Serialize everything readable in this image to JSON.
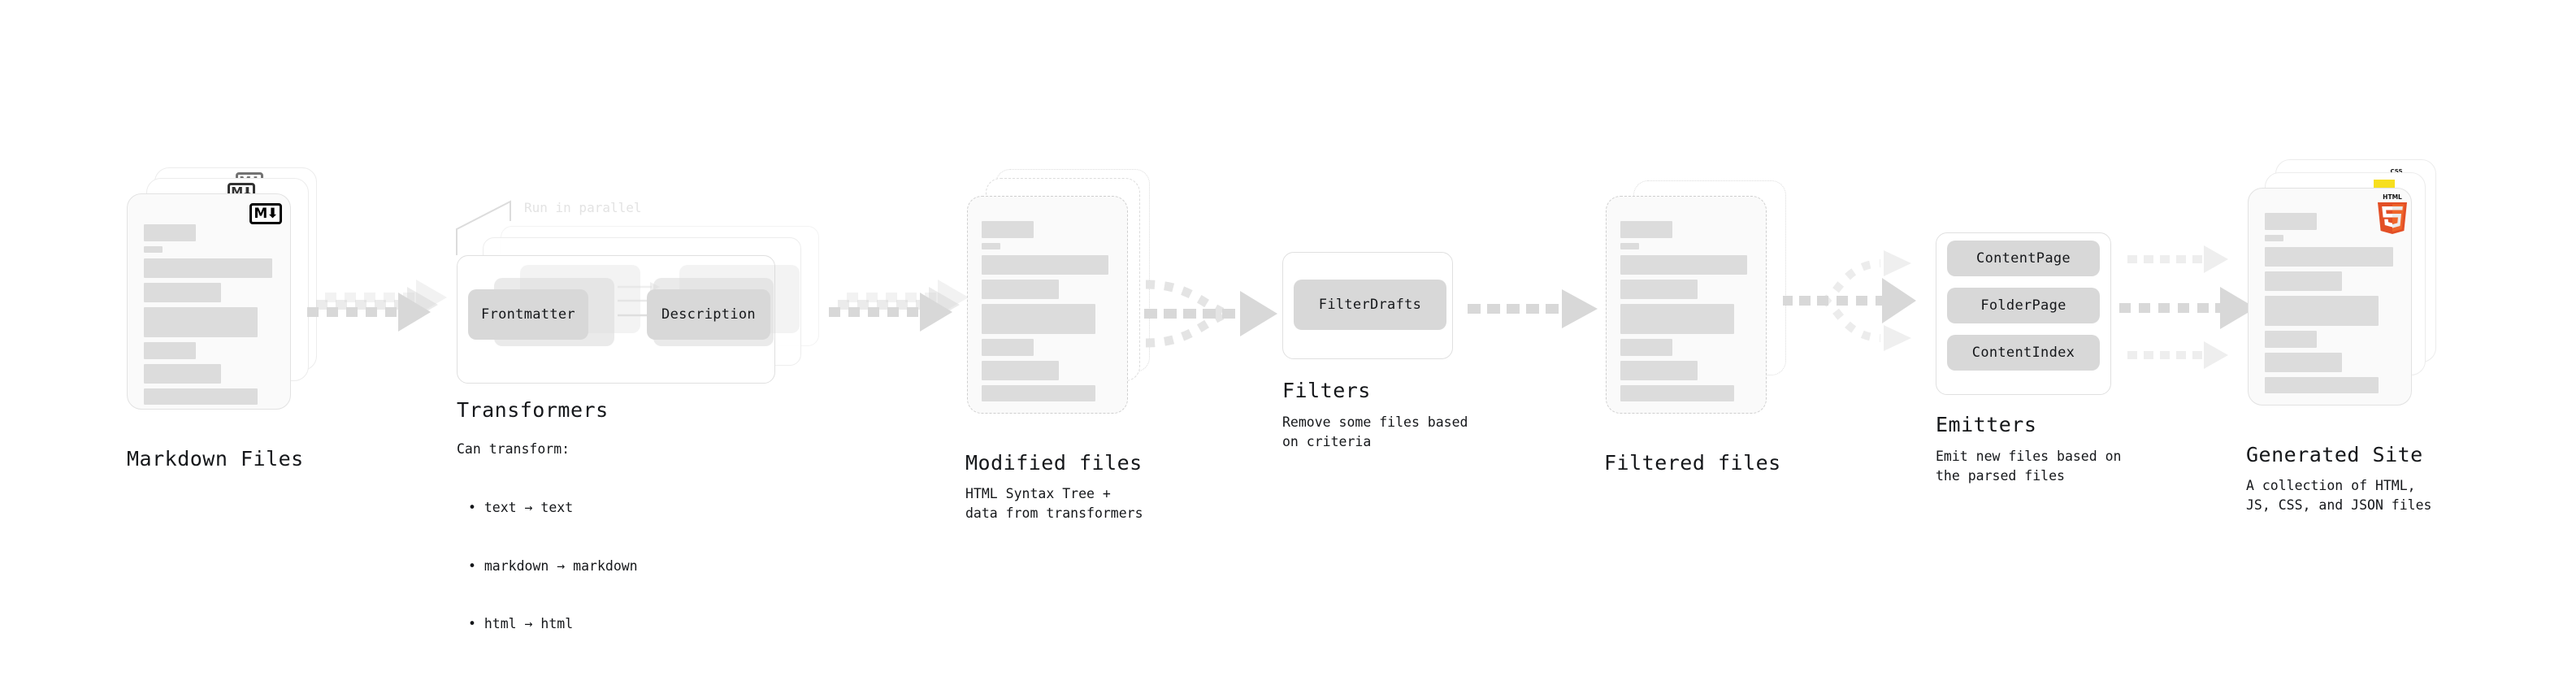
{
  "diagram": {
    "type": "pipeline-flow",
    "title": "",
    "accent_colors": {
      "html5": "#e34f26",
      "css3": "#2965f1",
      "js": "#f7df1e",
      "chip": "#d8d8d8",
      "card_fill": "#fafafa",
      "card_border": "#e2e2e2",
      "arrow": "#d8d8d8",
      "text": "#15171a"
    },
    "stages": [
      {
        "id": "markdown-files",
        "title": "Markdown Files",
        "caption": "",
        "icon": "markdown-icon",
        "icon_label": "M",
        "kind": "file-stack-solid"
      },
      {
        "id": "transformers",
        "title": "Transformers",
        "caption": "Can transform:",
        "bullets": [
          "text → text",
          "markdown → markdown",
          "html → html"
        ],
        "annotation": "Run in parallel",
        "chips": [
          "Frontmatter",
          "Description"
        ],
        "kind": "group-stack"
      },
      {
        "id": "modified-files",
        "title": "Modified files",
        "caption": "HTML Syntax Tree +\ndata from transformers",
        "kind": "file-stack-dashed"
      },
      {
        "id": "filters",
        "title": "Filters",
        "caption": "Remove some files based\non criteria",
        "chips": [
          "FilterDrafts"
        ],
        "kind": "group"
      },
      {
        "id": "filtered-files",
        "title": "Filtered files",
        "caption": "",
        "kind": "file-stack-dashed"
      },
      {
        "id": "emitters",
        "title": "Emitters",
        "caption": "Emit new files based on\nthe parsed files",
        "chips": [
          "ContentPage",
          "FolderPage",
          "ContentIndex"
        ],
        "kind": "group"
      },
      {
        "id": "generated-site",
        "title": "Generated Site",
        "caption": "A collection of HTML,\nJS, CSS, and JSON files",
        "icon": "html5-icon",
        "icon_label": "HTML",
        "icon_digit": "5",
        "badge_css_label": "CSS",
        "kind": "file-stack-solid"
      }
    ],
    "connectors": [
      {
        "id": "c1",
        "from": "markdown-files",
        "to": "transformers",
        "style": "stacked-dotted"
      },
      {
        "id": "c2",
        "from": "transformers",
        "to": "modified-files",
        "style": "stacked-dotted"
      },
      {
        "id": "c3",
        "from": "modified-files",
        "to": "filters",
        "style": "converging-dotted"
      },
      {
        "id": "c4",
        "from": "filters",
        "to": "filtered-files",
        "style": "dotted"
      },
      {
        "id": "c5",
        "from": "filtered-files",
        "to": "emitters",
        "style": "diverging-dotted"
      },
      {
        "id": "c6",
        "from": "emitters",
        "to": "generated-site",
        "style": "triple-dotted"
      }
    ]
  }
}
